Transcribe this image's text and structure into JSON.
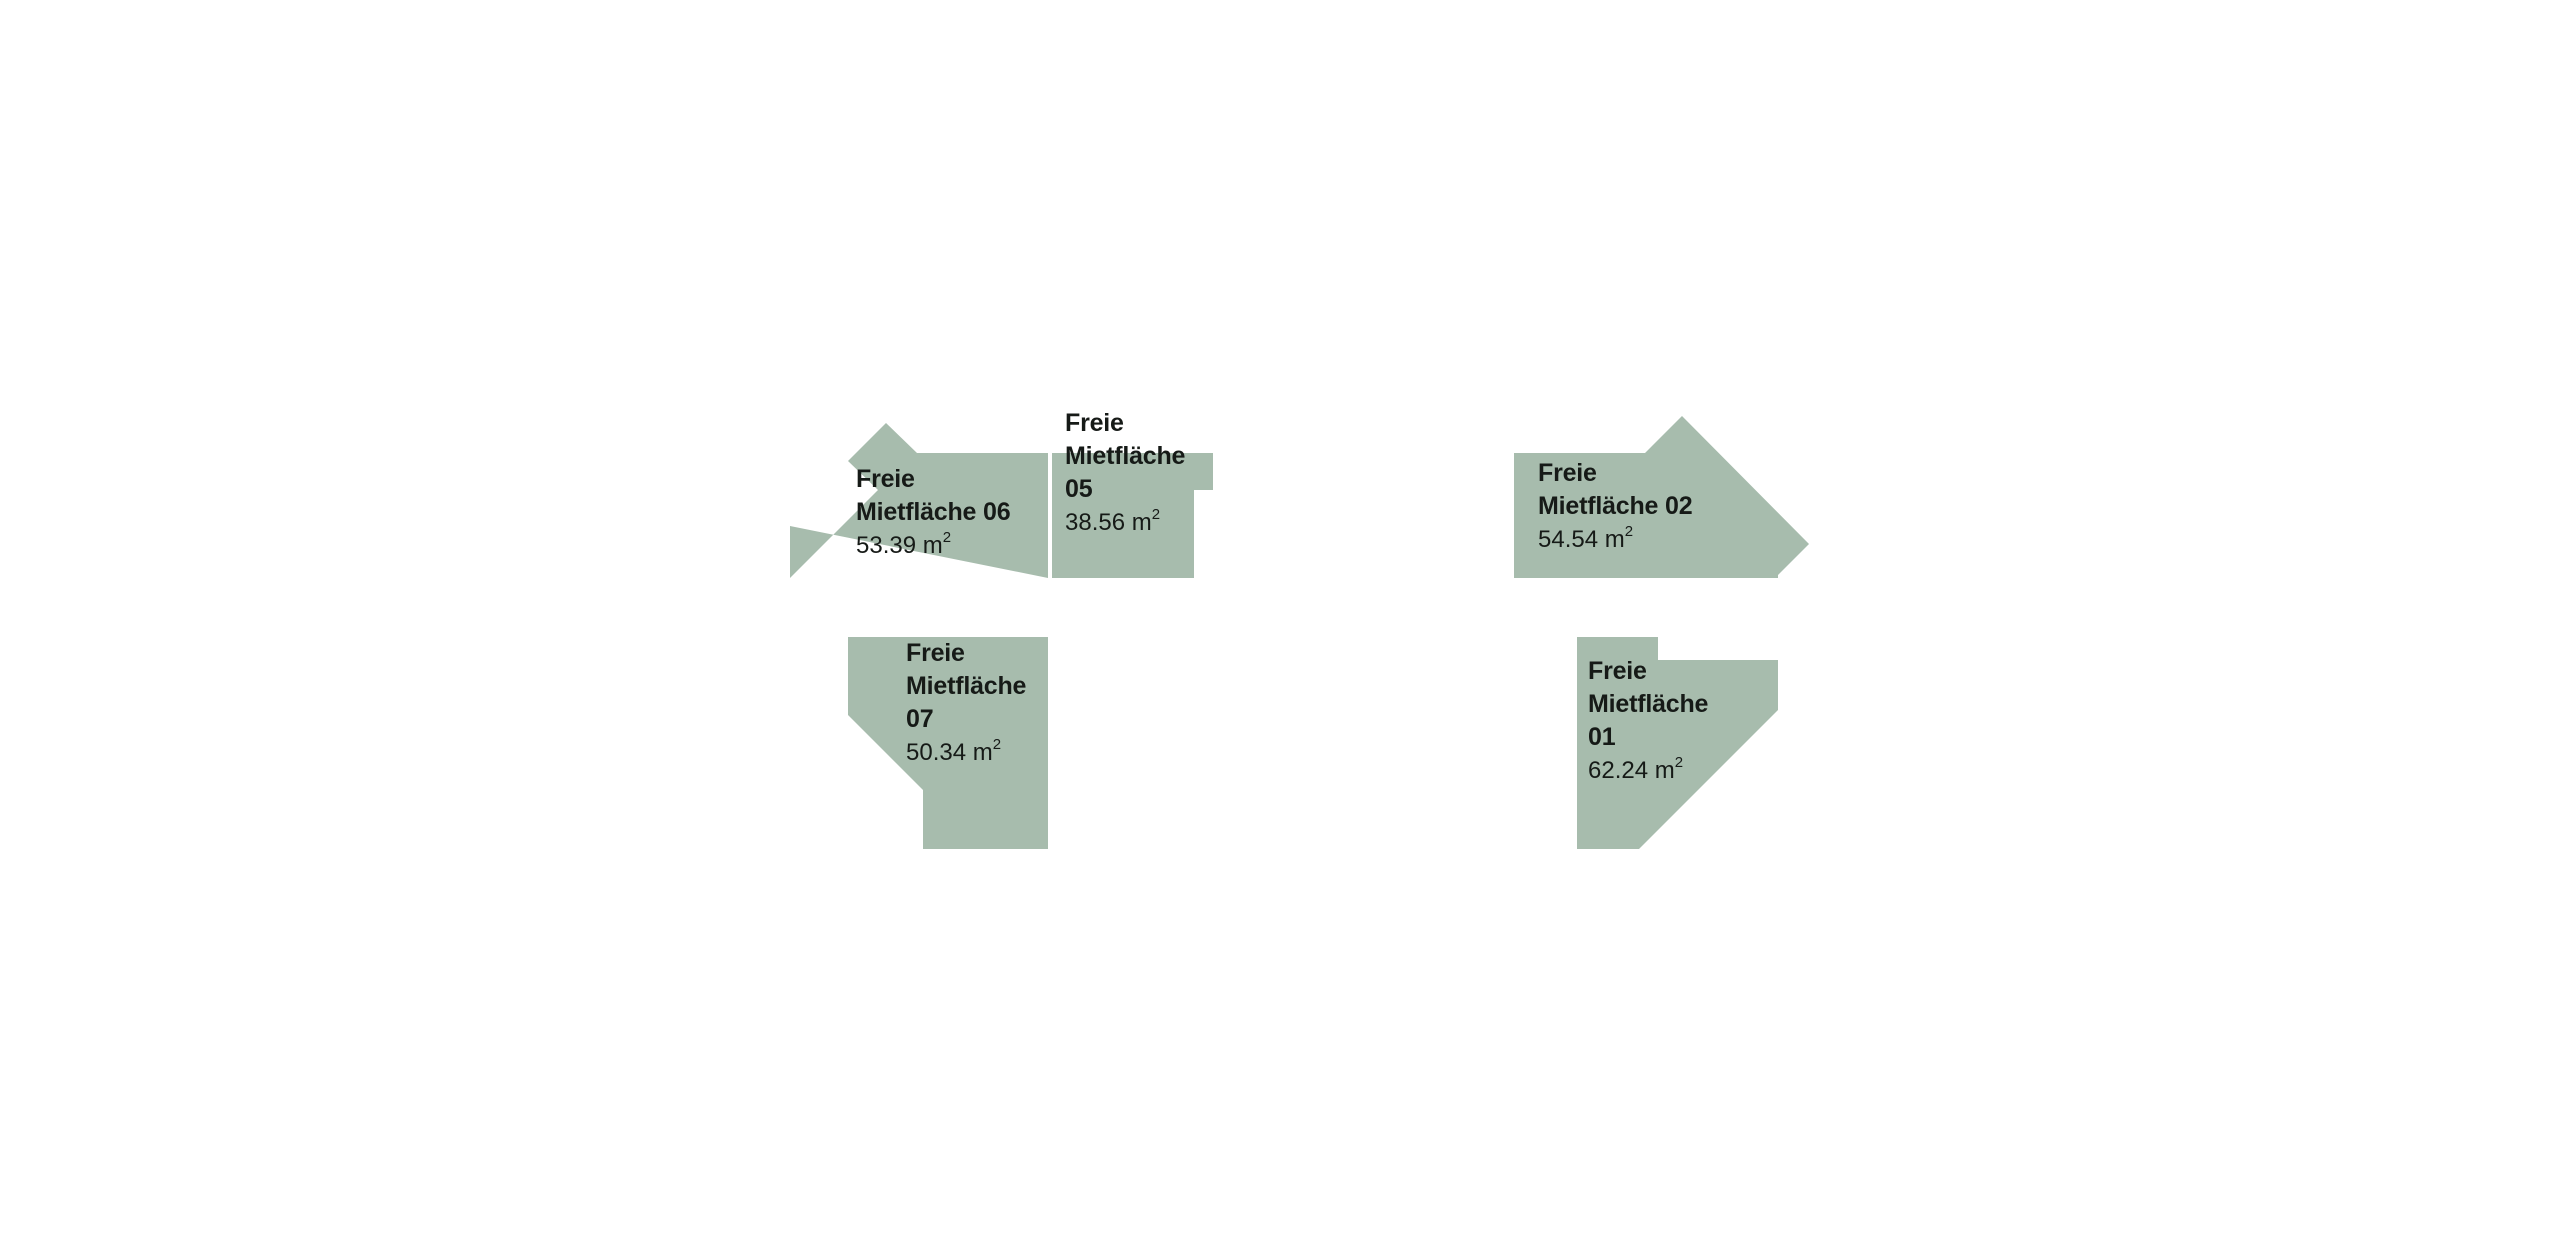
{
  "colors": {
    "background": "#ffffff",
    "unit_fill": "#a7bcad",
    "text": "#161a17"
  },
  "units": {
    "u06": {
      "name_line1": "Freie",
      "name_line2": "Mietfläche 06",
      "area_value": "53.39 m",
      "area_exp": "2"
    },
    "u05": {
      "name_line1": "Freie",
      "name_line2": "Mietfläche",
      "name_line3": "05",
      "area_value": "38.56 m",
      "area_exp": "2"
    },
    "u07": {
      "name_line1": "Freie",
      "name_line2": "Mietfläche",
      "name_line3": "07",
      "area_value": "50.34 m",
      "area_exp": "2"
    },
    "u02": {
      "name_line1": "Freie",
      "name_line2": "Mietfläche 02",
      "area_value": "54.54 m",
      "area_exp": "2"
    },
    "u01": {
      "name_line1": "Freie",
      "name_line2": "Mietfläche",
      "name_line3": "01",
      "area_value": "62.24 m",
      "area_exp": "2"
    }
  }
}
